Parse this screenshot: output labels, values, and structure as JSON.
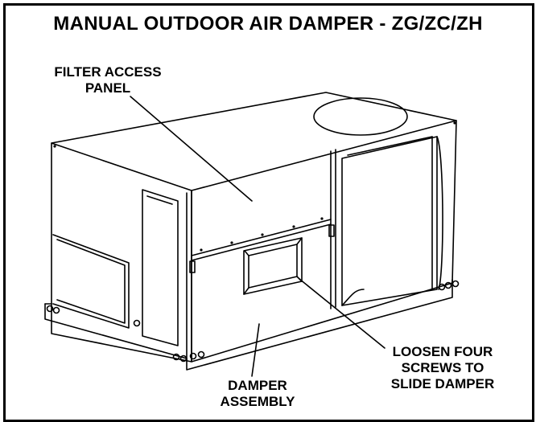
{
  "title": "MANUAL OUTDOOR AIR DAMPER - ZG/ZC/ZH",
  "callouts": {
    "filter_access_panel": [
      "FILTER ACCESS",
      "PANEL"
    ],
    "loosen_screws": [
      "LOOSEN FOUR",
      "SCREWS TO",
      "SLIDE DAMPER"
    ],
    "damper_assembly": [
      "DAMPER",
      "ASSEMBLY"
    ]
  }
}
